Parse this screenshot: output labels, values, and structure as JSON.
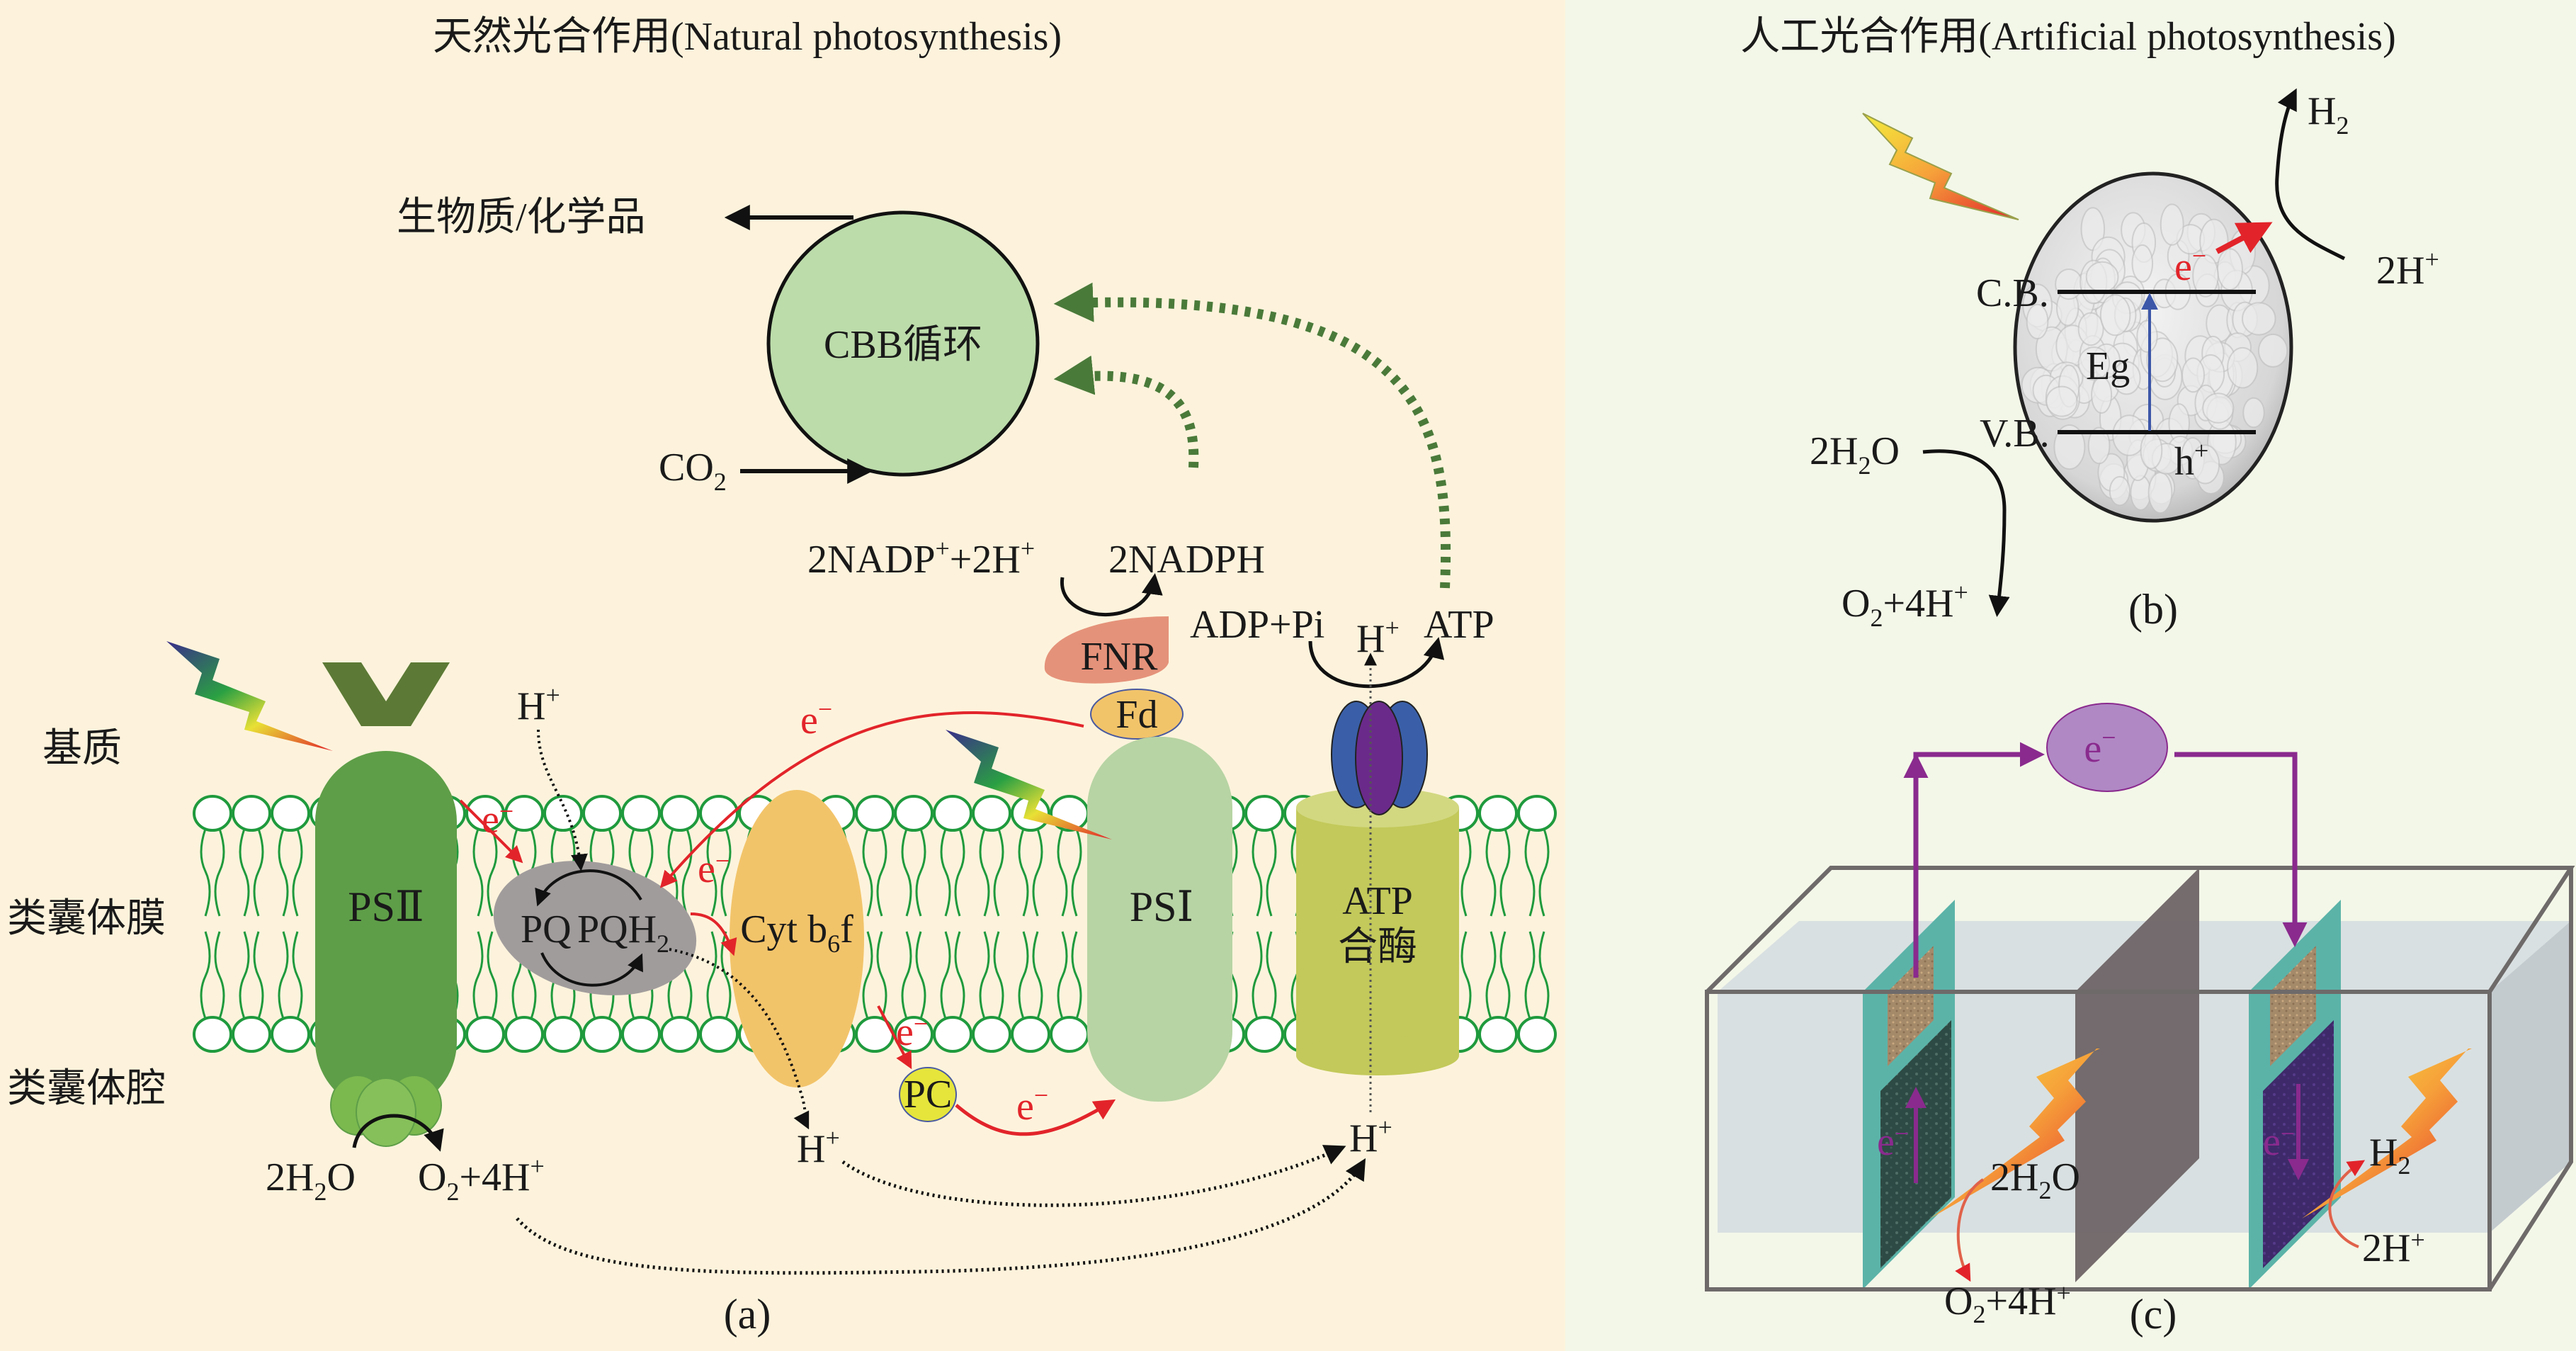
{
  "panels": {
    "natural": {
      "title": "天然光合作用(Natural photosynthesis)",
      "caption": "(a)",
      "region_labels": {
        "stroma": "基质",
        "membrane": "类囊体膜",
        "lumen": "类囊体腔"
      },
      "cbb": {
        "label": "CBB循环",
        "output": "生物质/化学品",
        "input_main": "CO",
        "input_sub": "2"
      },
      "complexes": {
        "ps2": "PSⅡ",
        "pq": "PQ",
        "pqh2_main": "PQH",
        "pqh2_sub": "2",
        "cyt_main": "Cyt b",
        "cyt_sub": "6",
        "cyt_end": "f",
        "pc": "PC",
        "ps1": "PSⅠ",
        "fd": "Fd",
        "fnr": "FNR",
        "atp_synthase_line1": "ATP",
        "atp_synthase_line2": "合酶"
      },
      "species": {
        "nadp": "2NADP",
        "nadp_sup": "+",
        "nadp_h": "+2H",
        "nadp_h_sup": "+",
        "nadph": "2NADPH",
        "adp": "ADP+Pi",
        "atp": "ATP",
        "h": "H",
        "h_sup": "+",
        "electron": "e",
        "electron_sup": "−",
        "water_a": "2H",
        "water_sub": "2",
        "water_b": "O",
        "o2_a": "O",
        "o2_sub": "2",
        "o2_b": "+4H",
        "o2_sup": "+"
      }
    },
    "artificial": {
      "title": "人工光合作用(Artificial photosynthesis)",
      "particle": {
        "caption": "(b)",
        "cb": "C.B.",
        "vb": "V.B.",
        "eg": "Eg",
        "hole": "h",
        "hole_sup": "+",
        "electron": "e",
        "electron_sup": "−",
        "h2_a": "H",
        "h2_sub": "2",
        "protons": "2H",
        "protons_sup": "+",
        "water_a": "2H",
        "water_sub": "2",
        "water_b": "O",
        "o2_a": "O",
        "o2_sub": "2",
        "o2_b": "+4H",
        "o2_sup": "+"
      },
      "cell": {
        "caption": "(c)",
        "electron": "e",
        "electron_sup": "−",
        "water_a": "2H",
        "water_sub": "2",
        "water_b": "O",
        "o2_a": "O",
        "o2_sub": "2",
        "o2_b": "+4H",
        "o2_sup": "+",
        "h2_a": "H",
        "h2_sub": "2",
        "protons": "2H",
        "protons_sup": "+"
      }
    }
  },
  "colors": {
    "left_bg": "#fdf3dc",
    "right_bg": "#f3f7e8",
    "ps2": "#5e9e48",
    "ps1": "#b7d4a4",
    "cyt": "#f2c46a",
    "pq": "#a19c9c",
    "cbb": "#bcdcaa",
    "atp_synthase": "#c3c95a",
    "fnr": "#e5927a",
    "fd": "#f2c46a",
    "pc": "#e5e53c",
    "electron_arrow": "#e2242a",
    "lipid": "#1f9a3d",
    "energy_arrow": "#4a7a3a",
    "circuit": "#8a2a8e"
  }
}
